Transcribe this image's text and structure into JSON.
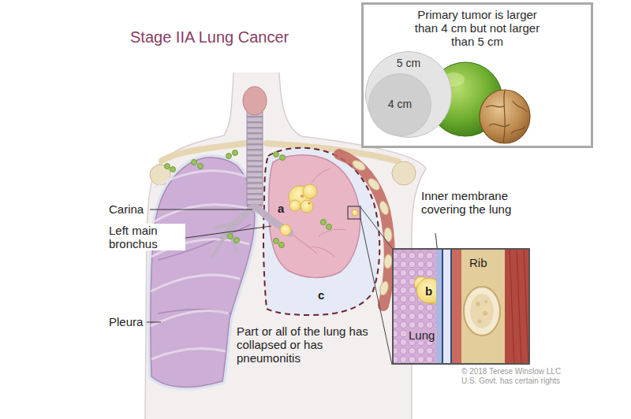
{
  "diagram": {
    "title": "Stage IIA Lung Cancer",
    "nodes": [
      {
        "text": [
          "Primary tumor is larger than 4 cm but not larger than 5 cm"
        ]
      },
      {
        "text": [
          "5 cm"
        ],
        "in": 0
      },
      {
        "text": [
          "4 cm"
        ],
        "in": 1
      },
      {
        "text": [
          "b",
          "Lung",
          "Rib"
        ]
      }
    ],
    "labels": [
      "Carina",
      "a",
      "Left main bronchus",
      "Inner membrane covering the lung",
      "Pleura",
      "c",
      "Part or all of the lung has collapsed or has pneumonitis",
      "© 2018 Terese Winslow LLC U.S. Govt. has certain rights"
    ]
  }
}
